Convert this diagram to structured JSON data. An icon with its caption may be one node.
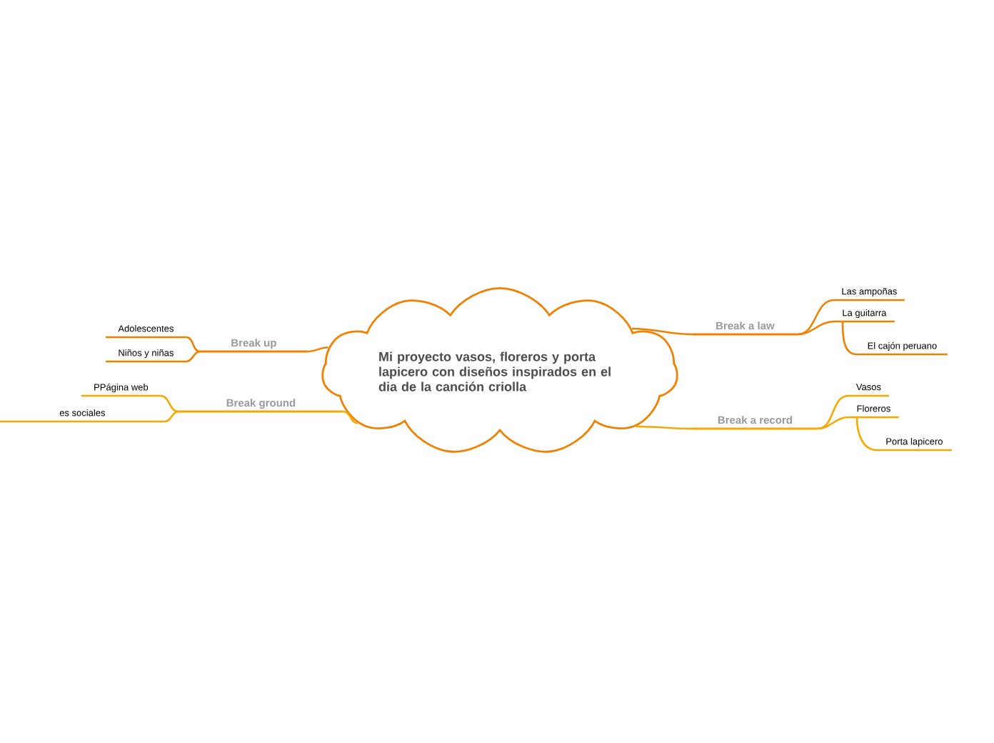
{
  "diagram": {
    "nodes": [
      {
        "text": [
          "Mi proyecto vasos, floreros y porta lapicero con diseños inspirados en el dia de la canción criolla"
        ]
      },
      {
        "text": [
          "Break a law"
        ]
      },
      {
        "text": [
          "Las ampoñas"
        ]
      },
      {
        "text": [
          "La guitarra"
        ]
      },
      {
        "text": [
          "El cajón peruano"
        ]
      },
      {
        "text": [
          "Break a record"
        ]
      },
      {
        "text": [
          "Vasos"
        ]
      },
      {
        "text": [
          "Floreros"
        ]
      },
      {
        "text": [
          "Porta lapicero"
        ]
      },
      {
        "text": [
          "Break up"
        ]
      },
      {
        "text": [
          "Adolescentes"
        ]
      },
      {
        "text": [
          "Niños y niñas"
        ]
      },
      {
        "text": [
          "Break ground"
        ]
      },
      {
        "text": [
          "PPágina web"
        ]
      },
      {
        "text": [
          "es sociales"
        ]
      }
    ],
    "edges": [
      {
        "from": 0,
        "to": 1,
        "arrow": "none"
      },
      {
        "from": 1,
        "to": 2,
        "arrow": "none"
      },
      {
        "from": 1,
        "to": 3,
        "arrow": "none"
      },
      {
        "from": 3,
        "to": 4,
        "arrow": "none"
      },
      {
        "from": 0,
        "to": 5,
        "arrow": "none",
        "color": "#f5a800"
      },
      {
        "from": 5,
        "to": 6,
        "arrow": "none",
        "color": "#f5a800"
      },
      {
        "from": 5,
        "to": 7,
        "arrow": "none",
        "color": "#f5a800"
      },
      {
        "from": 7,
        "to": 8,
        "arrow": "none",
        "color": "#f5a800"
      },
      {
        "from": 0,
        "to": 9,
        "arrow": "none"
      },
      {
        "from": 9,
        "to": 10,
        "arrow": "none"
      },
      {
        "from": 9,
        "to": 11,
        "arrow": "none"
      },
      {
        "from": 0,
        "to": 12,
        "arrow": "none",
        "color": "#f5a800"
      },
      {
        "from": 12,
        "to": 13,
        "arrow": "none",
        "color": "#f5a800"
      },
      {
        "from": 12,
        "to": 14,
        "arrow": "none",
        "color": "#f5a800"
      }
    ]
  }
}
